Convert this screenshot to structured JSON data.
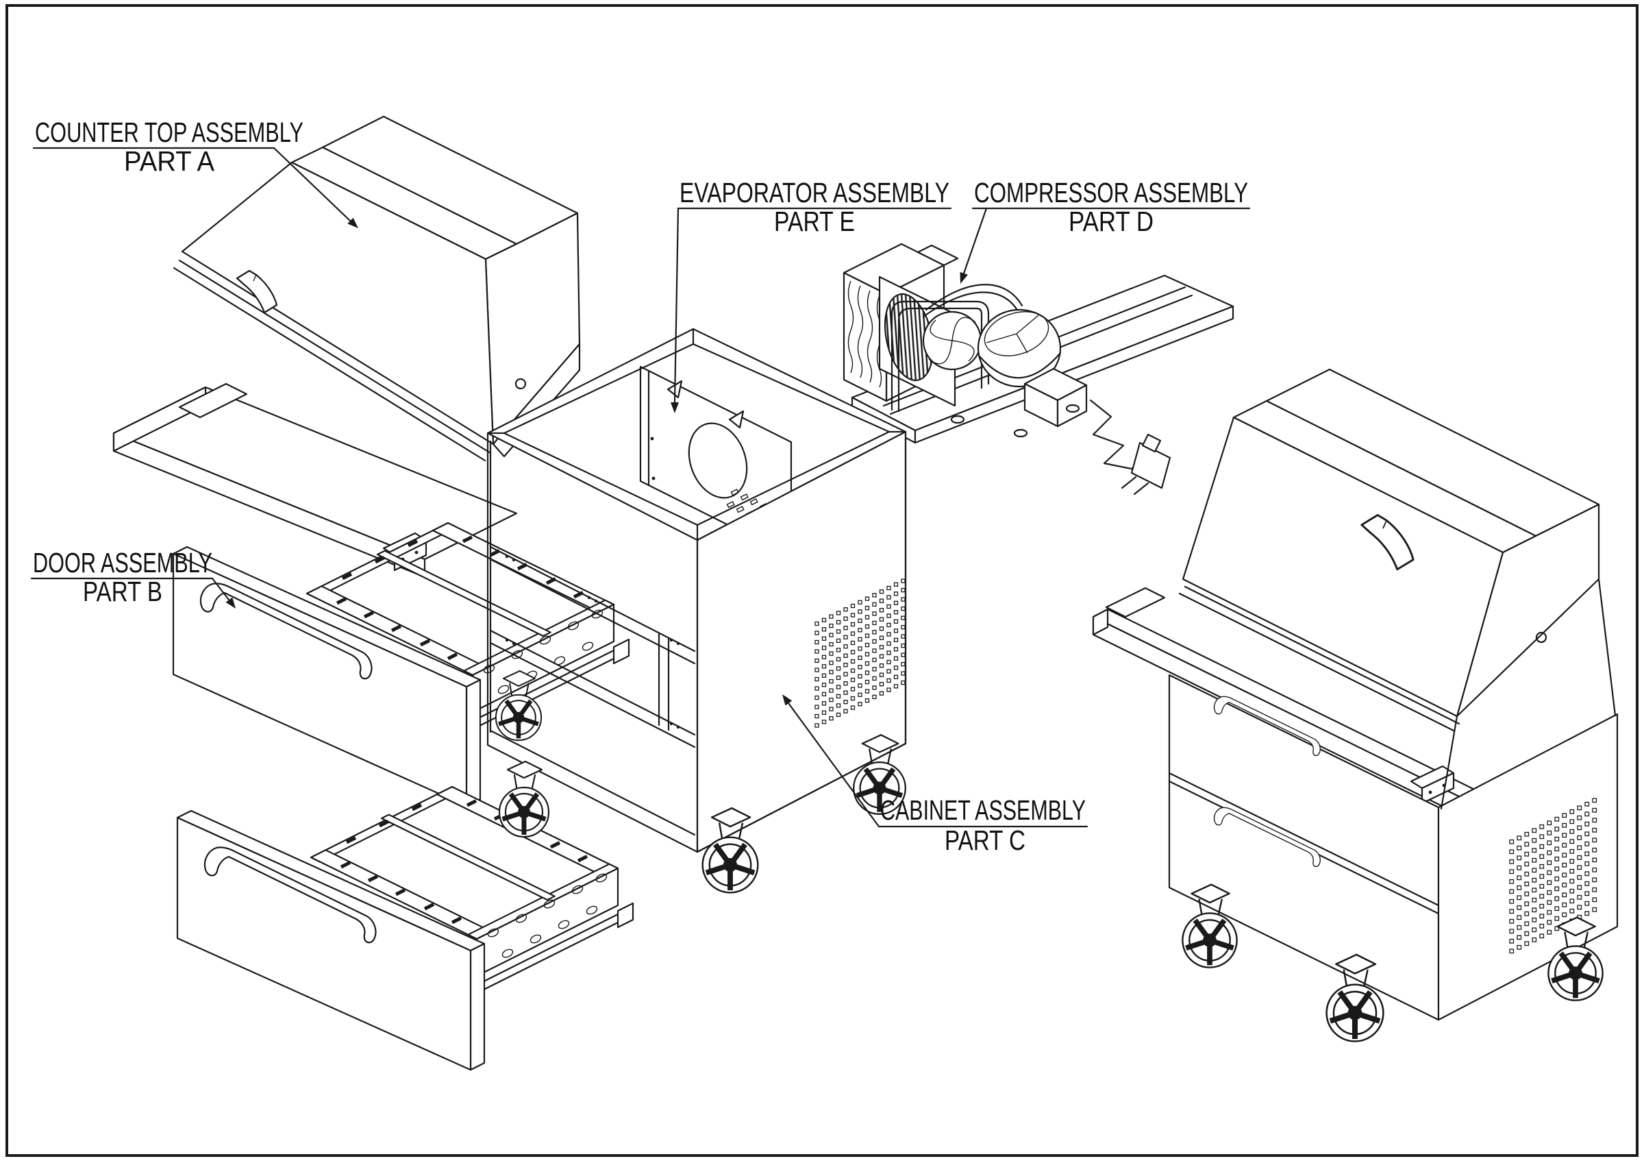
{
  "diagram": {
    "kind": "exploded-parts-diagram",
    "labels": {
      "countertop": {
        "title": "COUNTER TOP ASSEMBLY",
        "part": "PART A"
      },
      "door": {
        "title": "DOOR ASSEMBLY",
        "part": "PART B"
      },
      "cabinet": {
        "title": "CABINET ASSEMBLY",
        "part": "PART C"
      },
      "compressor": {
        "title": "COMPRESSOR ASSEMBLY",
        "part": "PART D"
      },
      "evaporator": {
        "title": "EVAPORATOR ASSEMBLY",
        "part": "PART E"
      }
    },
    "colors": {
      "line": "#1a1a1a",
      "background": "#ffffff"
    }
  }
}
